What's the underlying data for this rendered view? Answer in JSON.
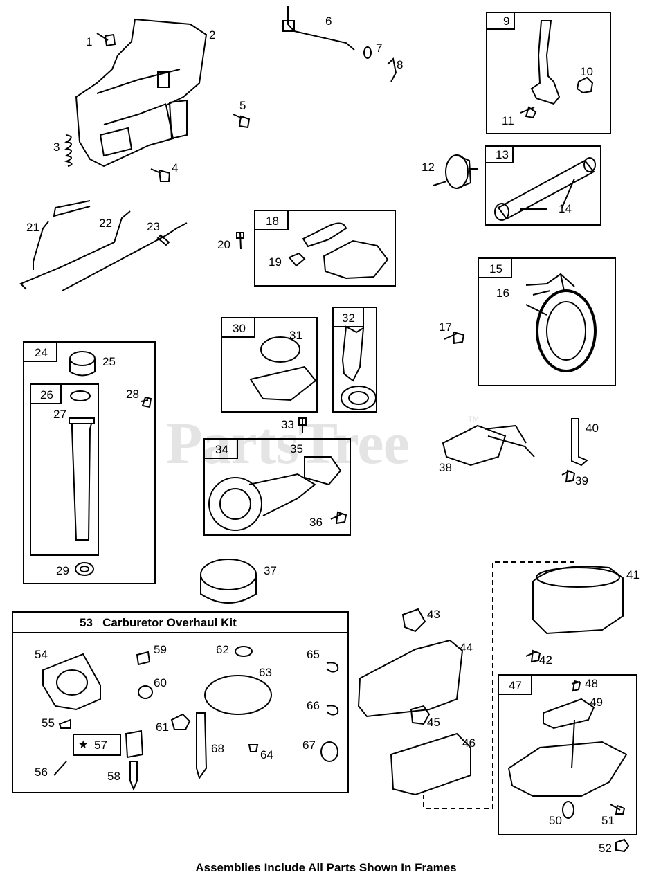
{
  "watermark": "PartsTree",
  "watermark_mark": "TM",
  "footer_note": "Assemblies Include All Parts Shown In Frames",
  "kit": {
    "number": "53",
    "title": "Carburetor Overhaul Kit",
    "star": "★"
  },
  "frames": [
    {
      "id": "9"
    },
    {
      "id": "13"
    },
    {
      "id": "18"
    },
    {
      "id": "15"
    },
    {
      "id": "24"
    },
    {
      "id": "26"
    },
    {
      "id": "30"
    },
    {
      "id": "32"
    },
    {
      "id": "34"
    },
    {
      "id": "47"
    },
    {
      "id": "57"
    }
  ],
  "part_numbers": [
    "1",
    "2",
    "3",
    "4",
    "5",
    "6",
    "7",
    "8",
    "10",
    "11",
    "12",
    "14",
    "16",
    "17",
    "19",
    "20",
    "21",
    "22",
    "23",
    "25",
    "27",
    "28",
    "29",
    "31",
    "33",
    "35",
    "36",
    "37",
    "38",
    "39",
    "40",
    "41",
    "42",
    "43",
    "44",
    "45",
    "46",
    "48",
    "49",
    "50",
    "51",
    "52",
    "54",
    "55",
    "56",
    "58",
    "59",
    "60",
    "61",
    "62",
    "63",
    "64",
    "65",
    "66",
    "67",
    "68"
  ]
}
